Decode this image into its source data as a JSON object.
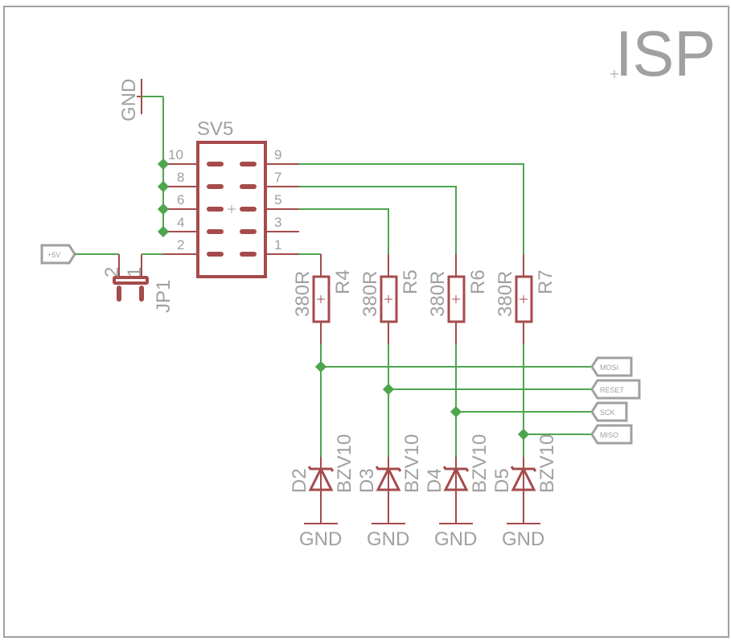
{
  "sheet": {
    "title": "ISP"
  },
  "connector": {
    "name": "SV5",
    "left_pins": [
      "10",
      "8",
      "6",
      "4",
      "2"
    ],
    "right_pins": [
      "9",
      "7",
      "5",
      "3",
      "1"
    ]
  },
  "jumper": {
    "name": "JP1",
    "pins": [
      "2",
      "1"
    ]
  },
  "supplies": {
    "top_gnd": "GND",
    "vcc_label": "+5V",
    "diode_gnd": [
      "GND",
      "GND",
      "GND",
      "GND"
    ]
  },
  "resistors": [
    {
      "name": "R4",
      "value": "380R"
    },
    {
      "name": "R5",
      "value": "380R"
    },
    {
      "name": "R6",
      "value": "380R"
    },
    {
      "name": "R7",
      "value": "380R"
    }
  ],
  "diodes": [
    {
      "name": "D2",
      "value": "BZV10"
    },
    {
      "name": "D3",
      "value": "BZV10"
    },
    {
      "name": "D4",
      "value": "BZV10"
    },
    {
      "name": "D5",
      "value": "BZV10"
    }
  ],
  "net_labels": [
    "MOSI",
    "RESET",
    "SCK",
    "MISO"
  ],
  "colors": {
    "wire": "#4ea54e",
    "component": "#a54b4b",
    "text": "#a0a0a0"
  }
}
